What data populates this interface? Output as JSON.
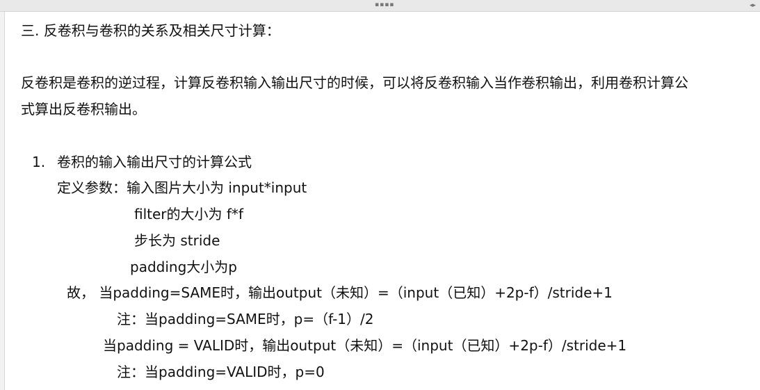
{
  "ui": {
    "top_grip": "▪▪▪▪",
    "scroll_arrows": "◂▸"
  },
  "doc": {
    "heading": "三. 反卷积与卷积的关系及相关尺寸计算：",
    "para_line1": "反卷积是卷积的逆过程，计算反卷积输入输出尺寸的时候，可以将反卷积输入当作卷积输出，利用卷积计算公",
    "para_line2": "式算出反卷积输出。",
    "list_number": "1.",
    "list_title": "卷积的输入输出尺寸的计算公式",
    "define_params": "定义参数：输入图片大小为 input*input",
    "filter_size": "filter的大小为 f*f",
    "stride": "步长为 stride",
    "padding": "padding大小为p",
    "same_output": "故， 当padding=SAME时，输出output（未知）=（input（已知）+2p-f）/stride+1",
    "same_note": "注：当padding=SAME时，p=（f-1）/2",
    "valid_output": "当padding = VALID时，输出output（未知）=（input（已知）+2p-f）/stride+1",
    "valid_note": "注：当padding=VALID时，p=0"
  }
}
